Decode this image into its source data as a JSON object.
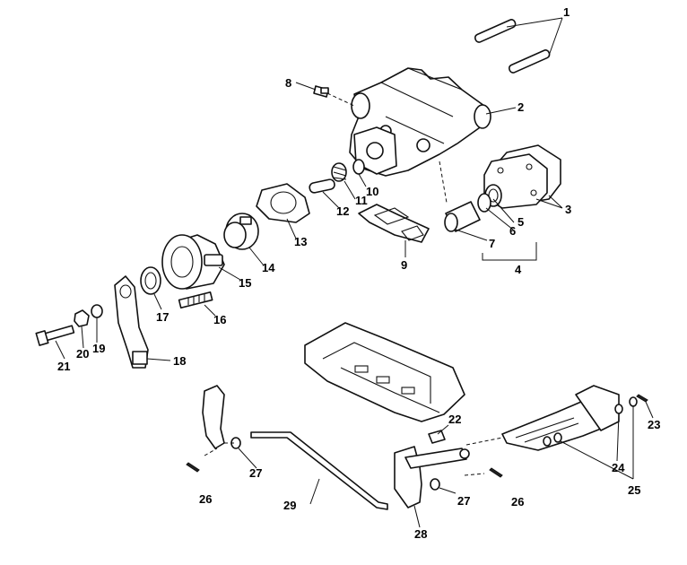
{
  "callouts": {
    "c1": "1",
    "c2": "2",
    "c3": "3",
    "c4": "4",
    "c5": "5",
    "c6": "6",
    "c7": "7",
    "c8": "8",
    "c9": "9",
    "c10": "10",
    "c11": "11",
    "c12": "12",
    "c13": "13",
    "c14": "14",
    "c15": "15",
    "c16": "16",
    "c17": "17",
    "c18": "18",
    "c19": "19",
    "c20": "20",
    "c21": "21",
    "c22": "22",
    "c23": "23",
    "c24": "24",
    "c25": "25",
    "c26a": "26",
    "c26b": "26",
    "c27a": "27",
    "c27b": "27",
    "c28": "28",
    "c29": "29"
  }
}
